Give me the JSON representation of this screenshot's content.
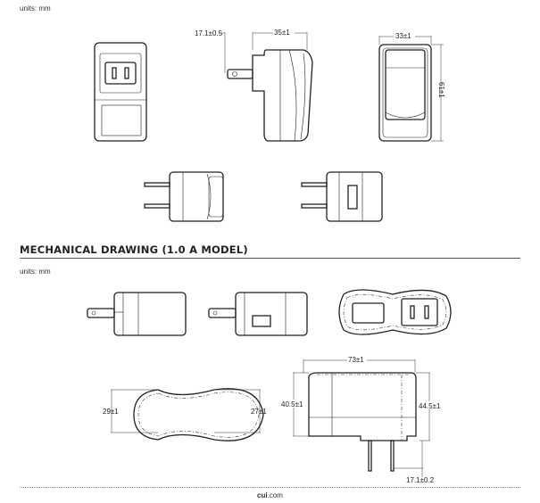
{
  "section1": {
    "units": "units: mm"
  },
  "top_dims": {
    "plug_len": "17.1±0.5",
    "depth": "35±1",
    "width": "33±1",
    "height": "61±1"
  },
  "section2": {
    "heading": "MECHANICAL DRAWING (1.0 A MODEL)",
    "units": "units: mm"
  },
  "bottom_dims": {
    "end_left": "29±1",
    "end_right": "27±1",
    "length": "73±1",
    "h_left": "40.5±1",
    "h_right": "44.5±1",
    "plug_len": "17.1±0.2"
  },
  "footer": {
    "brand": "cui",
    "domain": ".com"
  }
}
